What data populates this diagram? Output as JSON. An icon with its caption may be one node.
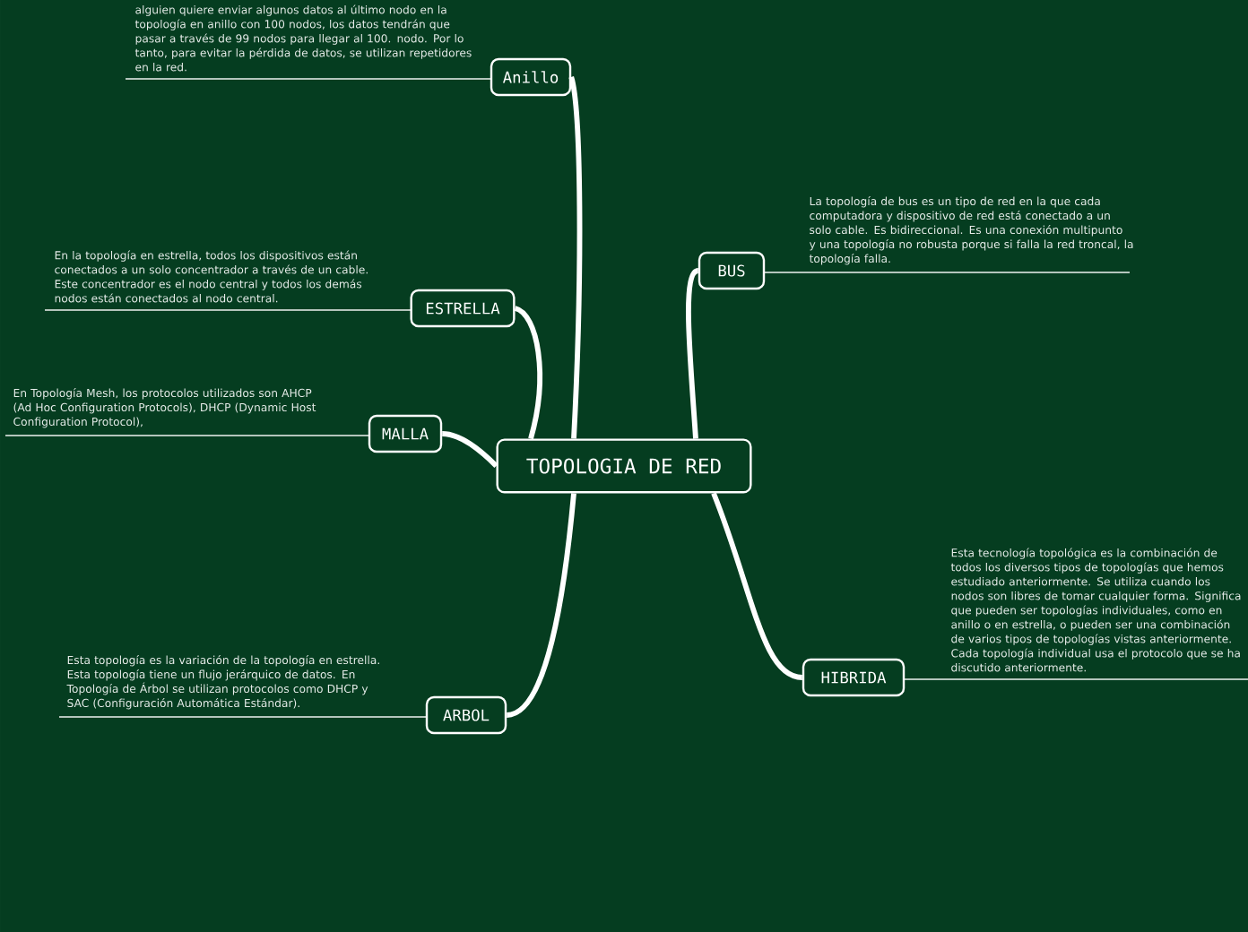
{
  "diagram": {
    "nodes": [
      {
        "text": [
          "TOPOLOGIA DE RED"
        ]
      },
      {
        "text": [
          "Anillo"
        ],
        "beside": [
          "alguien quiere enviar algunos datos al último nodo en la topología en anillo con 100 nodos, los datos tendrán que pasar a través de 99 nodos para llegar al 100. nodo. Por lo tanto, para evitar la pérdida de datos, se utilizan repetidores en la red."
        ]
      },
      {
        "text": [
          "ESTRELLA"
        ],
        "beside": [
          "En la topología en estrella, todos los dispositivos están conectados a un solo concentrador a través de un cable. Este concentrador es el nodo central y todos los demás nodos están conectados al nodo central."
        ]
      },
      {
        "text": [
          "MALLA"
        ],
        "beside": [
          "En Topología Mesh, los protocolos utilizados son AHCP (Ad Hoc Configuration Protocols), DHCP (Dynamic Host Configuration Protocol),"
        ]
      },
      {
        "text": [
          "ARBOL"
        ],
        "beside": [
          "Esta topología es la variación de la topología en estrella. Esta topología tiene un flujo jerárquico de datos. En Topología de Árbol se utilizan protocolos como DHCP y SAC (Configuración Automática Estándar)."
        ]
      },
      {
        "text": [
          "BUS"
        ],
        "beside": [
          "La topología de bus es un tipo de red en la que cada computadora y dispositivo de red está conectado a un solo cable. Es bidireccional. Es una conexión multipunto y una topología no robusta porque si falla la red troncal, la topología falla."
        ]
      },
      {
        "text": [
          "HIBRIDA"
        ],
        "beside": [
          "Esta tecnología topológica es la combinación de todos los diversos tipos de topologías que hemos estudiado anteriormente. Se utiliza cuando los nodos son libres de tomar cualquier forma. Significa que pueden ser topologías individuales, como en anillo o en estrella, o pueden ser una combinación de varios tipos de topologías vistas anteriormente. Cada topología individual usa el protocolo que se ha discutido anteriormente."
        ]
      }
    ],
    "edges": [
      {
        "from": 0,
        "to": 1,
        "arrow": "none"
      },
      {
        "from": 0,
        "to": 2,
        "arrow": "none"
      },
      {
        "from": 0,
        "to": 3,
        "arrow": "none"
      },
      {
        "from": 0,
        "to": 4,
        "arrow": "none"
      },
      {
        "from": 0,
        "to": 5,
        "arrow": "none"
      },
      {
        "from": 0,
        "to": 6,
        "arrow": "none"
      }
    ]
  }
}
